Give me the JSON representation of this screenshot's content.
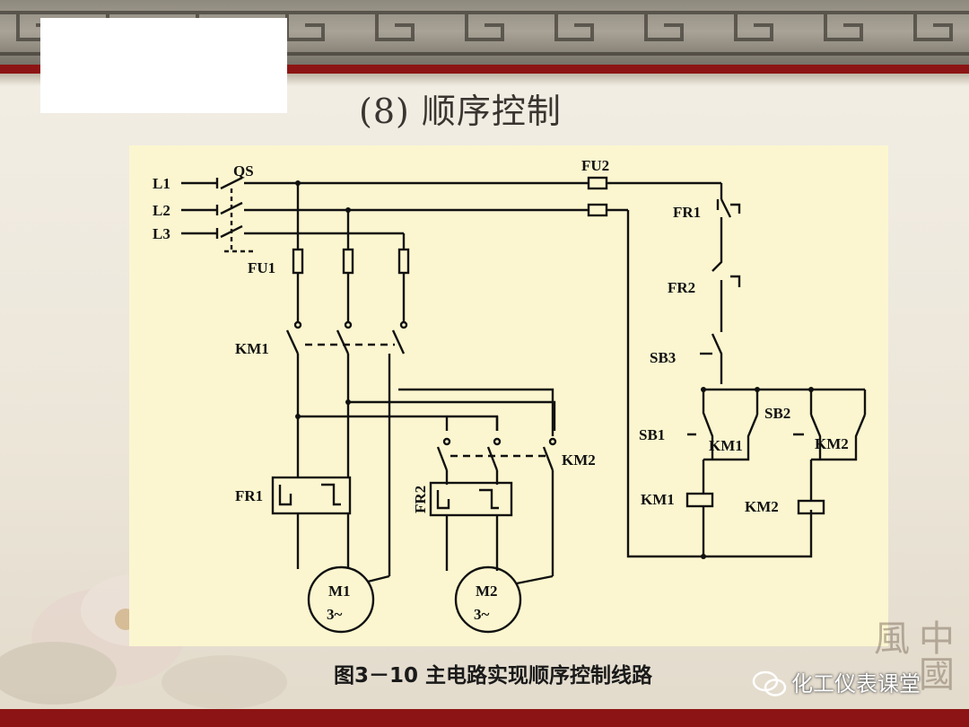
{
  "slide": {
    "title": "(8) 顺序控制",
    "caption": "图3－10  主电路实现顺序控制线路",
    "watermark": "化工仪表课堂",
    "seal_text": "中國風"
  },
  "diagram": {
    "labels": {
      "L1": "L1",
      "L2": "L2",
      "L3": "L3",
      "QS": "QS",
      "FU1": "FU1",
      "FU2": "FU2",
      "KM1_main": "KM1",
      "KM2_main": "KM2",
      "FR1_main": "FR1",
      "FR2_main": "FR2",
      "M1": "M1",
      "M1_phase": "3~",
      "M2": "M2",
      "M2_phase": "3~",
      "FR1_ctrl": "FR1",
      "FR2_ctrl": "FR2",
      "SB3": "SB3",
      "SB1": "SB1",
      "SB2": "SB2",
      "KM1_aux": "KM1",
      "KM2_aux": "KM2",
      "KM1_coil": "KM1",
      "KM2_coil": "KM2"
    }
  },
  "colors": {
    "accent_red": "#8d1414",
    "figure_bg": "#fbf6cf",
    "ink": "#111111"
  }
}
